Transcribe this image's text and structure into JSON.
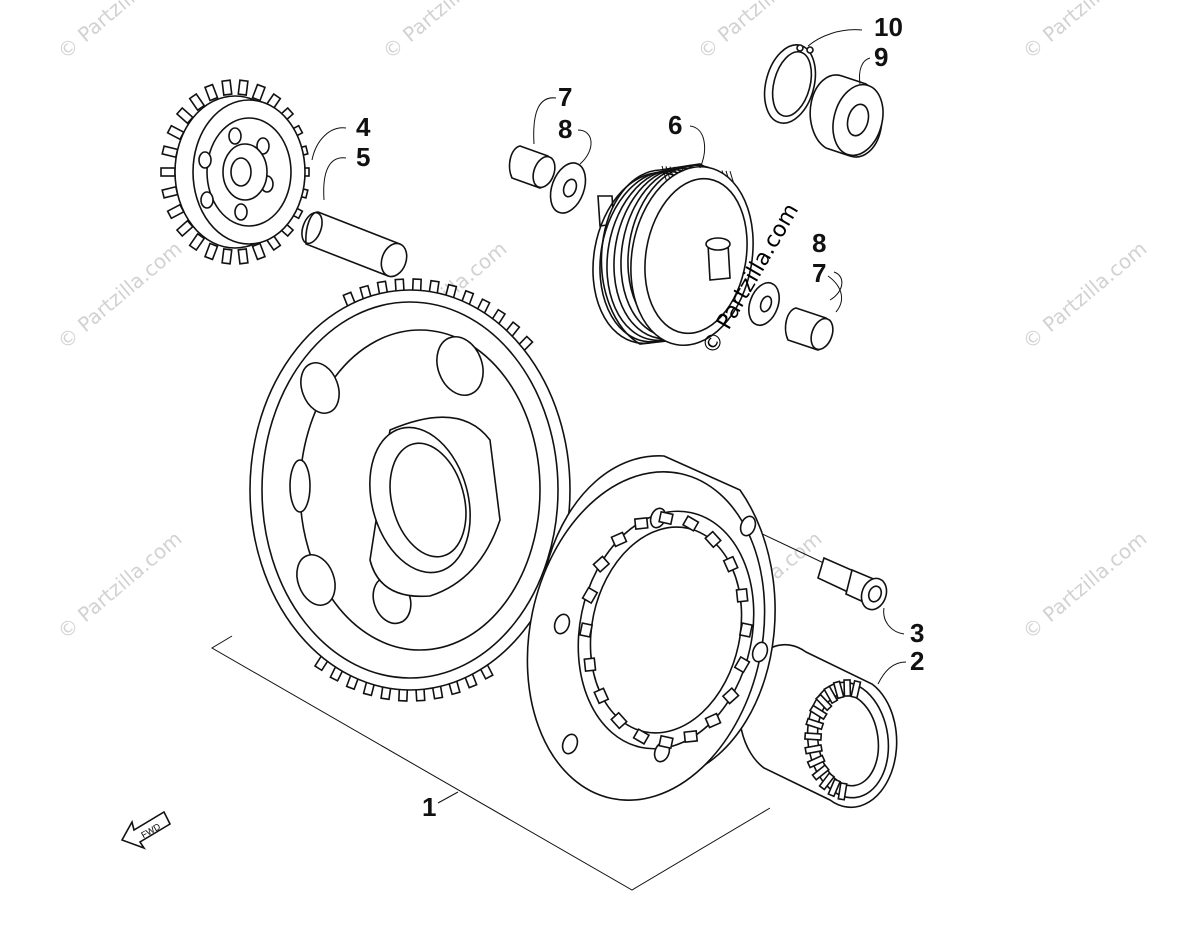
{
  "diagram": {
    "watermark_text": "© Partzilla.com",
    "center_watermark_text": "© Partzilla.com",
    "fwd_label": "FWD",
    "callouts": [
      {
        "id": "1",
        "text": "1"
      },
      {
        "id": "2",
        "text": "2"
      },
      {
        "id": "3",
        "text": "3"
      },
      {
        "id": "4",
        "text": "4"
      },
      {
        "id": "5",
        "text": "5"
      },
      {
        "id": "6",
        "text": "6"
      },
      {
        "id": "7a",
        "text": "7"
      },
      {
        "id": "8a",
        "text": "8"
      },
      {
        "id": "7b",
        "text": "7"
      },
      {
        "id": "8b",
        "text": "8"
      },
      {
        "id": "9",
        "text": "9"
      },
      {
        "id": "10",
        "text": "10"
      }
    ]
  }
}
